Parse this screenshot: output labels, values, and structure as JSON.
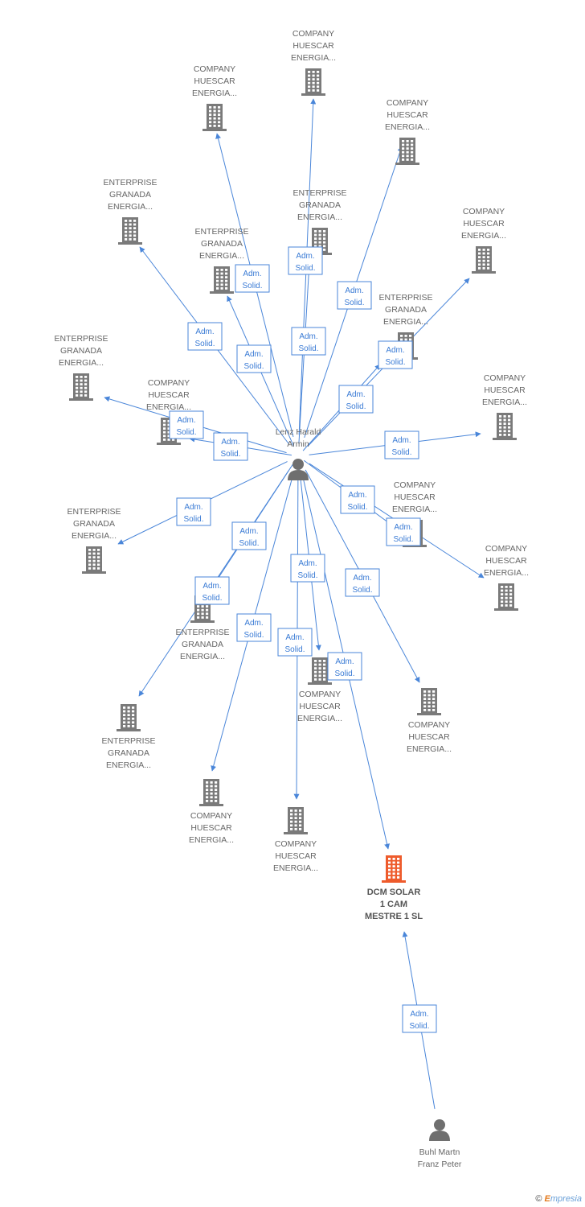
{
  "center": {
    "id": "lenz",
    "lines": [
      "Lenz Harald",
      "Armin"
    ]
  },
  "person2": {
    "id": "buhl",
    "lines": [
      "Buhl Martn",
      "Franz Peter"
    ]
  },
  "edge_label": [
    "Adm.",
    "Solid."
  ],
  "companies": [
    {
      "id": "c1",
      "lines": [
        "COMPANY",
        "HUESCAR",
        "ENERGIA..."
      ]
    },
    {
      "id": "c2",
      "lines": [
        "COMPANY",
        "HUESCAR",
        "ENERGIA..."
      ]
    },
    {
      "id": "c3",
      "lines": [
        "COMPANY",
        "HUESCAR",
        "ENERGIA..."
      ]
    },
    {
      "id": "c4",
      "lines": [
        "ENTERPRISE",
        "GRANADA",
        "ENERGIA..."
      ]
    },
    {
      "id": "c5",
      "lines": [
        "ENTERPRISE",
        "GRANADA",
        "ENERGIA..."
      ]
    },
    {
      "id": "c6",
      "lines": [
        "ENTERPRISE",
        "GRANADA",
        "ENERGIA..."
      ]
    },
    {
      "id": "c7",
      "lines": [
        "COMPANY",
        "HUESCAR",
        "ENERGIA..."
      ]
    },
    {
      "id": "c8",
      "lines": [
        "ENTERPRISE",
        "GRANADA",
        "ENERGIA..."
      ]
    },
    {
      "id": "c9",
      "lines": [
        "ENTERPRISE",
        "GRANADA",
        "ENERGIA..."
      ]
    },
    {
      "id": "c10",
      "lines": [
        "COMPANY",
        "HUESCAR",
        "ENERGIA..."
      ]
    },
    {
      "id": "c11",
      "lines": [
        "COMPANY",
        "HUESCAR",
        "ENERGIA..."
      ]
    },
    {
      "id": "c12",
      "lines": [
        "ENTERPRISE",
        "GRANADA",
        "ENERGIA..."
      ]
    },
    {
      "id": "c13",
      "lines": [
        "COMPANY",
        "HUESCAR",
        "ENERGIA..."
      ]
    },
    {
      "id": "c14",
      "lines": [
        "COMPANY",
        "HUESCAR",
        "ENERGIA..."
      ]
    },
    {
      "id": "c15",
      "lines": [
        "ENTERPRISE",
        "GRANADA",
        "ENERGIA..."
      ]
    },
    {
      "id": "c16",
      "lines": [
        "ENTERPRISE",
        "GRANADA",
        "ENERGIA..."
      ]
    },
    {
      "id": "c17",
      "lines": [
        "COMPANY",
        "HUESCAR",
        "ENERGIA..."
      ]
    },
    {
      "id": "c18",
      "lines": [
        "COMPANY",
        "HUESCAR",
        "ENERGIA..."
      ]
    },
    {
      "id": "c19",
      "lines": [
        "COMPANY",
        "HUESCAR",
        "ENERGIA..."
      ]
    },
    {
      "id": "c20",
      "lines": [
        "COMPANY",
        "HUESCAR",
        "ENERGIA..."
      ]
    },
    {
      "id": "c21",
      "lines": [
        "DCM SOLAR",
        "1 CAM",
        "MESTRE 1 SL"
      ],
      "highlight": true
    }
  ],
  "colors": {
    "building": "#7a7a7a",
    "highlight": "#ee5b2c",
    "person": "#6f6f6f",
    "edge": "#4a86d9"
  },
  "credit": {
    "symbol": "©",
    "brand_initial": "E",
    "brand_rest": "mpresia"
  }
}
